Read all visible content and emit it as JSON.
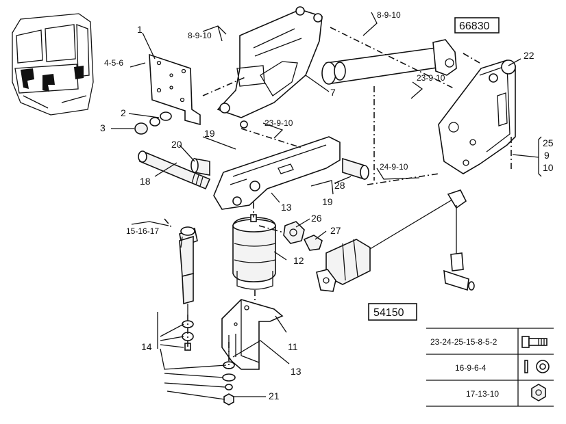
{
  "callouts": {
    "c1": "1",
    "c2": "2",
    "c3": "3",
    "c4_5_6": "4-5-6",
    "c7": "7",
    "c8_9_10_a": "8-9-10",
    "c8_9_10_b": "8-9-10",
    "c11": "11",
    "c12": "12",
    "c13_a": "13",
    "c13_b": "13",
    "c14": "14",
    "c15_16_17": "15-16-17",
    "c18": "18",
    "c19_a": "19",
    "c19_b": "19",
    "c20": "20",
    "c21": "21",
    "c22": "22",
    "c23_9_10_a": "23-9-10",
    "c23_9_10_b": "23-9-10",
    "c24_9_10": "24-9-10",
    "c25": "25",
    "c9": "9",
    "c10": "10",
    "c26": "26",
    "c27": "27",
    "c28": "28"
  },
  "reference_boxes": {
    "ref_a": "66830",
    "ref_b": "54150"
  },
  "legend": {
    "rows": [
      {
        "numbers": "23-24-25-15-8-5-2",
        "icon": "bolt-icon"
      },
      {
        "numbers": "16-9-6-4",
        "icon": "washer-icon"
      },
      {
        "numbers": "17-13-10",
        "icon": "nut-icon"
      }
    ]
  }
}
